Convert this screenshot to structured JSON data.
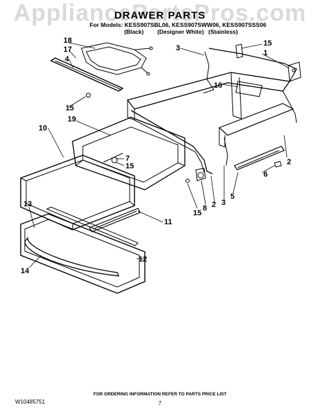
{
  "watermark": "AppliancePartsPros.com",
  "title": "DRAWER PARTS",
  "models_line": "For Models: KESS907SBL06, KESS907SWW06, KESS907SSS06",
  "finishes": [
    "(Black)",
    "(Designer White)",
    "(Stainless)"
  ],
  "callouts": [
    {
      "id": "18",
      "text": "18"
    },
    {
      "id": "17",
      "text": "17"
    },
    {
      "id": "4",
      "text": "4"
    },
    {
      "id": "15a",
      "text": "15"
    },
    {
      "id": "3",
      "text": "3"
    },
    {
      "id": "15b",
      "text": "15"
    },
    {
      "id": "1",
      "text": "1"
    },
    {
      "id": "16",
      "text": "16"
    },
    {
      "id": "10",
      "text": "10"
    },
    {
      "id": "19",
      "text": "19"
    },
    {
      "id": "7",
      "text": "7"
    },
    {
      "id": "15c",
      "text": "15"
    },
    {
      "id": "2a",
      "text": "2"
    },
    {
      "id": "6",
      "text": "6"
    },
    {
      "id": "13",
      "text": "13"
    },
    {
      "id": "11",
      "text": "11"
    },
    {
      "id": "15d",
      "text": "15"
    },
    {
      "id": "8",
      "text": "8"
    },
    {
      "id": "2b",
      "text": "2"
    },
    {
      "id": "3b",
      "text": "3"
    },
    {
      "id": "5",
      "text": "5"
    },
    {
      "id": "12",
      "text": "12"
    },
    {
      "id": "14",
      "text": "14"
    }
  ],
  "footer": {
    "doc_number": "W10485751",
    "ordering_note": "FOR ORDERING INFORMATION REFER TO PARTS PRICE LIST",
    "page": "7"
  }
}
